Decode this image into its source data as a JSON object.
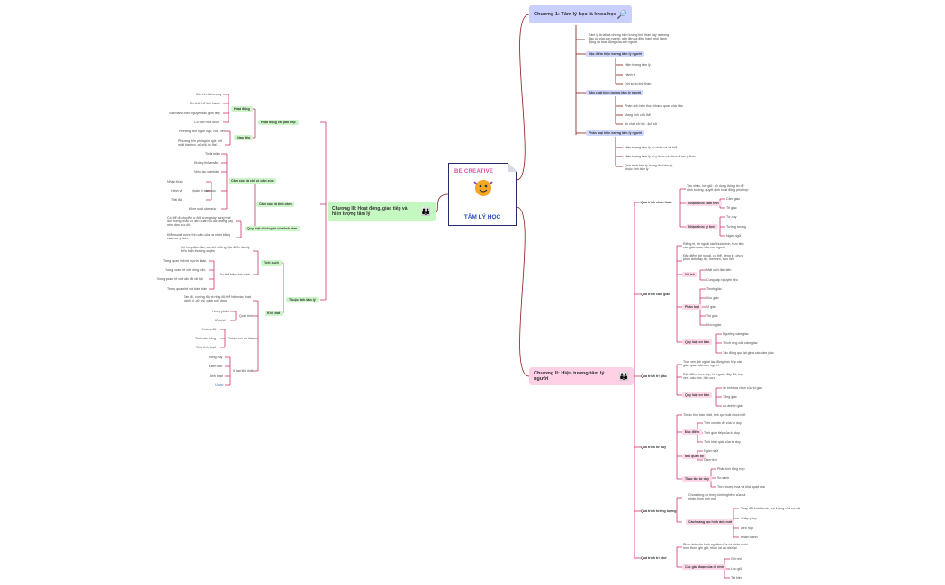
{
  "center": {
    "tag": "BE CREATIVE",
    "title": "TÂM LÝ HỌC"
  },
  "ch1": {
    "title": "Chương 1: Tâm lý học là khoa học",
    "icon": "magnifier",
    "intro": "Tâm lý là tất cả những hiện tượng tinh thần xảy ra trong đầu óc của con người, gắn liền và điều hành mọi hành động và hoạt động của con người.",
    "dacdiem": {
      "label": "Đặc điểm hiện tượng tâm lý người",
      "items": [
        "Hiện tượng tâm lý",
        "Hành vi",
        "Đời sống tinh thần"
      ]
    },
    "banchat": {
      "label": "Bản chất hiện tượng tâm lý người",
      "items": [
        "Phản ánh hiện thực khách quan của não",
        "Mang tính chủ thể",
        "do chất xã hội - lịch sử"
      ]
    },
    "phanloai": {
      "label": "Phân loại hiện tượng tâm lý người",
      "items": [
        "Hiện tượng tâm lý có nhân và xã thể",
        "Hiện tượng tâm lý có ý thức và chưa được ý thức",
        "Quá trình tâm lý, trạng thái tâm lý, thuộc tính tâm lý"
      ]
    }
  },
  "ch2": {
    "title": "Chương II: Hiện tượng tâm lý người",
    "icon": "people-at-desk",
    "nhanthuc": {
      "label": "Quá trình nhận thức",
      "desc": "Thu nhận, lưu giữ, xử dụng thông tin để định hướng, quyết định hoạt động phù hợp",
      "camtinh": {
        "label": "Nhận thức cảm tính",
        "items": [
          "Cảm giác",
          "Tri giác"
        ]
      },
      "lytinh": {
        "label": "Nhận thức lý tính",
        "items": [
          "Tư duy",
          "Tưởng tượng",
          "Ngôn ngữ"
        ]
      }
    },
    "camgiac": {
      "label": "Quá trình cảm giác",
      "d1": "Riêng lẻ, bề ngoài các thuộc tính, trực tiếp vào giác quan của con người",
      "d2": "Đặc điểm: bề ngoài, cụ thể, riêng lẻ, chưa phản ánh đầy đủ, trọn vẹn, trực tiếp",
      "vaitro": {
        "label": "Vai trò",
        "items": [
          "Mặt xích đầu tiên",
          "Cung cấp nguyên liệu"
        ]
      },
      "phanloai": {
        "label": "Phân loại",
        "items": [
          "Thính giác",
          "Xúc giác",
          "Vị giác",
          "Thị giác",
          "Khứu giác"
        ]
      },
      "quyluat": {
        "label": "Quy luật cơ bản",
        "items": [
          "Ngưỡng cảm giác",
          "Thích ứng của cảm giác",
          "Tác động qua lại giữa các cảm giác"
        ]
      }
    },
    "trigiac": {
      "label": "Quá trình tri giác",
      "d1": "Trọn vẹn, bề ngoài tác động trực tiếp vào giác quan của con người",
      "d2": "Đặc điểm: trực tiếp, bề ngoài, đầy đủ, trọn vẹn, cấu trúc, tích cực",
      "quyluat": {
        "label": "Quy luật cơ bản",
        "items": [
          "về tính lựa chọn của tri giác",
          "Tổng giác",
          "Ảo ảnh tri giác"
        ]
      }
    },
    "tuduy": {
      "label": "Quá trình tư duy",
      "d1": "Thuộc tính bản chất, tính quy luật chưa biết",
      "dacdiem": {
        "label": "Đặc điểm",
        "items": [
          "Tính có vấn đề của tư duy",
          "Tính gián tiếp của tư duy",
          "Tính khái quát của tư duy"
        ]
      },
      "moiquanhe": {
        "label": "Mối quan hệ",
        "items": [
          "Ngôn ngữ",
          "Cảm tính"
        ]
      },
      "thaotac": {
        "label": "Thao tác tư duy",
        "items": [
          "Phân tích tổng hợp",
          "So sánh",
          "Trừu tượng hóa và khái quát hóa"
        ]
      }
    },
    "tuongtuong": {
      "label": "Quá trình tưởng tượng",
      "d1": "Chưa từng có trong kinh nghiệm của cá nhân, hình ảnh mới",
      "cachsang": {
        "label": "Cách sáng tạo hình ảnh mới",
        "items": [
          "Thay đổi kích thước, số lượng của sự vật",
          "Chắp ghép",
          "Liên hợp",
          "Nhấn mạnh"
        ]
      }
    },
    "trinho": {
      "label": "Quá trình trí nhớ",
      "d1": "Phản ánh vốn kinh nghiệm của cá nhân dưới hình thức: ghi giữ, nhận lại và nhớ lại",
      "giaidoan": {
        "label": "Các giai đoạn của trí nhớ",
        "items": [
          "Ghi nhớ",
          "Lưu giữ",
          "Tái hiện"
        ]
      }
    }
  },
  "ch3": {
    "title": "Chương III: Hoạt động, giao tiếp và hiện tượng tâm lý",
    "icon": "people-at-desk",
    "hdgt": {
      "label": "Hoạt động và giao tiếp",
      "hoatdong": {
        "label": "Hoạt động",
        "items": [
          "Có tính đối tượng",
          "Do chủ thể tiến hành",
          "Vận hành theo nguyên tắc gián tiếp",
          "Có tính mục đích"
        ]
      },
      "giaotiep": {
        "label": "Giao tiếp",
        "items": [
          "Phương tiện ngôn ngữ, nói, viết",
          "Phương tiện phi ngôn ngữ: nét mặt, hành vi, cử chỉ, tư thế..."
        ]
      }
    },
    "camxuc": {
      "label": "Cảm xúc và tình cảm",
      "capdo": {
        "label": "Cảm xúc và chỉ số cảm xúc",
        "items": [
          "Thỏa mãn",
          "Không thỏa mãn",
          "Nhu cầu cá nhân"
        ]
      },
      "quanly": {
        "label": "Quản lý cảm xúc",
        "items": [
          "Nhận thức",
          "Hành vi",
          "Thái độ"
        ]
      },
      "kiemsoat": "Kiểm soát cảm xúc",
      "quyluat": {
        "label": "Quy luật di chuyển của tình cảm",
        "items": [
          "Có thể di chuyển từ đối tượng này sang một đối tượng khác có liên quan tới đối tượng gây nên cảm xúc đó",
          "Kiểm soát được tình cảm của cá nhân bằng cách có ý thức"
        ]
      }
    },
    "thuoctinh": {
      "label": "Thuộc tính tâm lý",
      "tinhcach": {
        "label": "Tính cách",
        "d1": "Kết hợp độc đáo, cá biệt những đặc điểm tâm lý biểu hiện thường xuyên",
        "suthe": {
          "label": "Sự thể hiện tính cách",
          "items": [
            "Trong quan hệ với người khác",
            "Trong quan hệ với công việc",
            "Trong quan hệ với vấn đề xã hội",
            "Trong quan hệ với bản thân"
          ]
        }
      },
      "khichat": {
        "label": "Khí chất",
        "d1": "Tần độ, cường độ và nhịp độ thể hiện các hoạt, hành vi, cử chỉ, cách nói năng",
        "quatrinh": {
          "label": "Quá trình",
          "items": [
            "Hưng phấn",
            "Ức chế"
          ]
        },
        "thuoctinhcb": {
          "label": "Thuộc tính cơ bản",
          "items": [
            "Cường độ",
            "Tính cân bằng",
            "Tính linh hoạt"
          ]
        },
        "kieu": {
          "label": "4 loại khí chất",
          "items": [
            "Nóng nảy",
            "Điềm tĩnh",
            "Linh hoạt",
            "Ưu tư"
          ]
        }
      }
    }
  },
  "colors": {
    "ch1": "#c9cfff",
    "ch2": "#ffd0e6",
    "ch3": "#c5f7c0",
    "line": "#8b1a1a"
  }
}
